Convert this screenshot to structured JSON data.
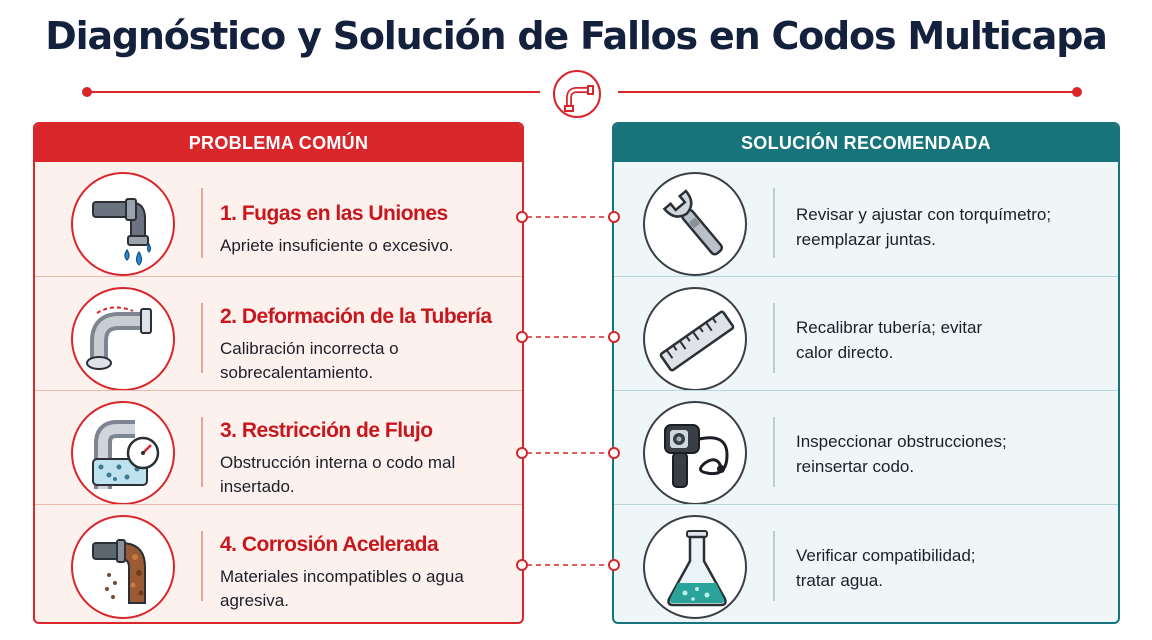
{
  "header": {
    "title": "Diagnóstico y Solución de Fallos en Codos Multicapa",
    "badge_icon": "elbow-pipe-icon"
  },
  "colors": {
    "problem_accent": "#d8262b",
    "solution_accent": "#16747a",
    "title": "#14213d"
  },
  "problem_panel": {
    "header": "PROBLEMA COMÚN"
  },
  "solution_panel": {
    "header": "SOLUCIÓN RECOMENDADA"
  },
  "rows": [
    {
      "problem_title": "1. Fugas en las Uniones",
      "problem_desc": "Apriete insuficiente o excesivo.",
      "problem_icon": "leaking-pipe-icon",
      "solution_text": "Revisar y ajustar con torquímetro; reemplazar juntas.",
      "solution_icon": "wrench-icon"
    },
    {
      "problem_title": "2. Deformación de la Tubería",
      "problem_desc": "Calibración incorrecta o sobrecalentamiento.",
      "problem_icon": "deformed-elbow-icon",
      "solution_text": "Recalibrar tubería; evitar calor directo.",
      "solution_icon": "ruler-icon"
    },
    {
      "problem_title": "3. Restricción de Flujo",
      "problem_desc": "Obstrucción interna o codo mal insertado.",
      "problem_icon": "blocked-pipe-gauge-icon",
      "solution_text": "Inspeccionar obstrucciones; reinsertar codo.",
      "solution_icon": "inspection-camera-icon"
    },
    {
      "problem_title": "4. Corrosión Acelerada",
      "problem_desc": "Materiales incompatibles o agua agresiva.",
      "problem_icon": "corroded-pipe-icon",
      "solution_text": "Verificar compatibilidad; tratar agua.",
      "solution_icon": "flask-icon"
    }
  ]
}
